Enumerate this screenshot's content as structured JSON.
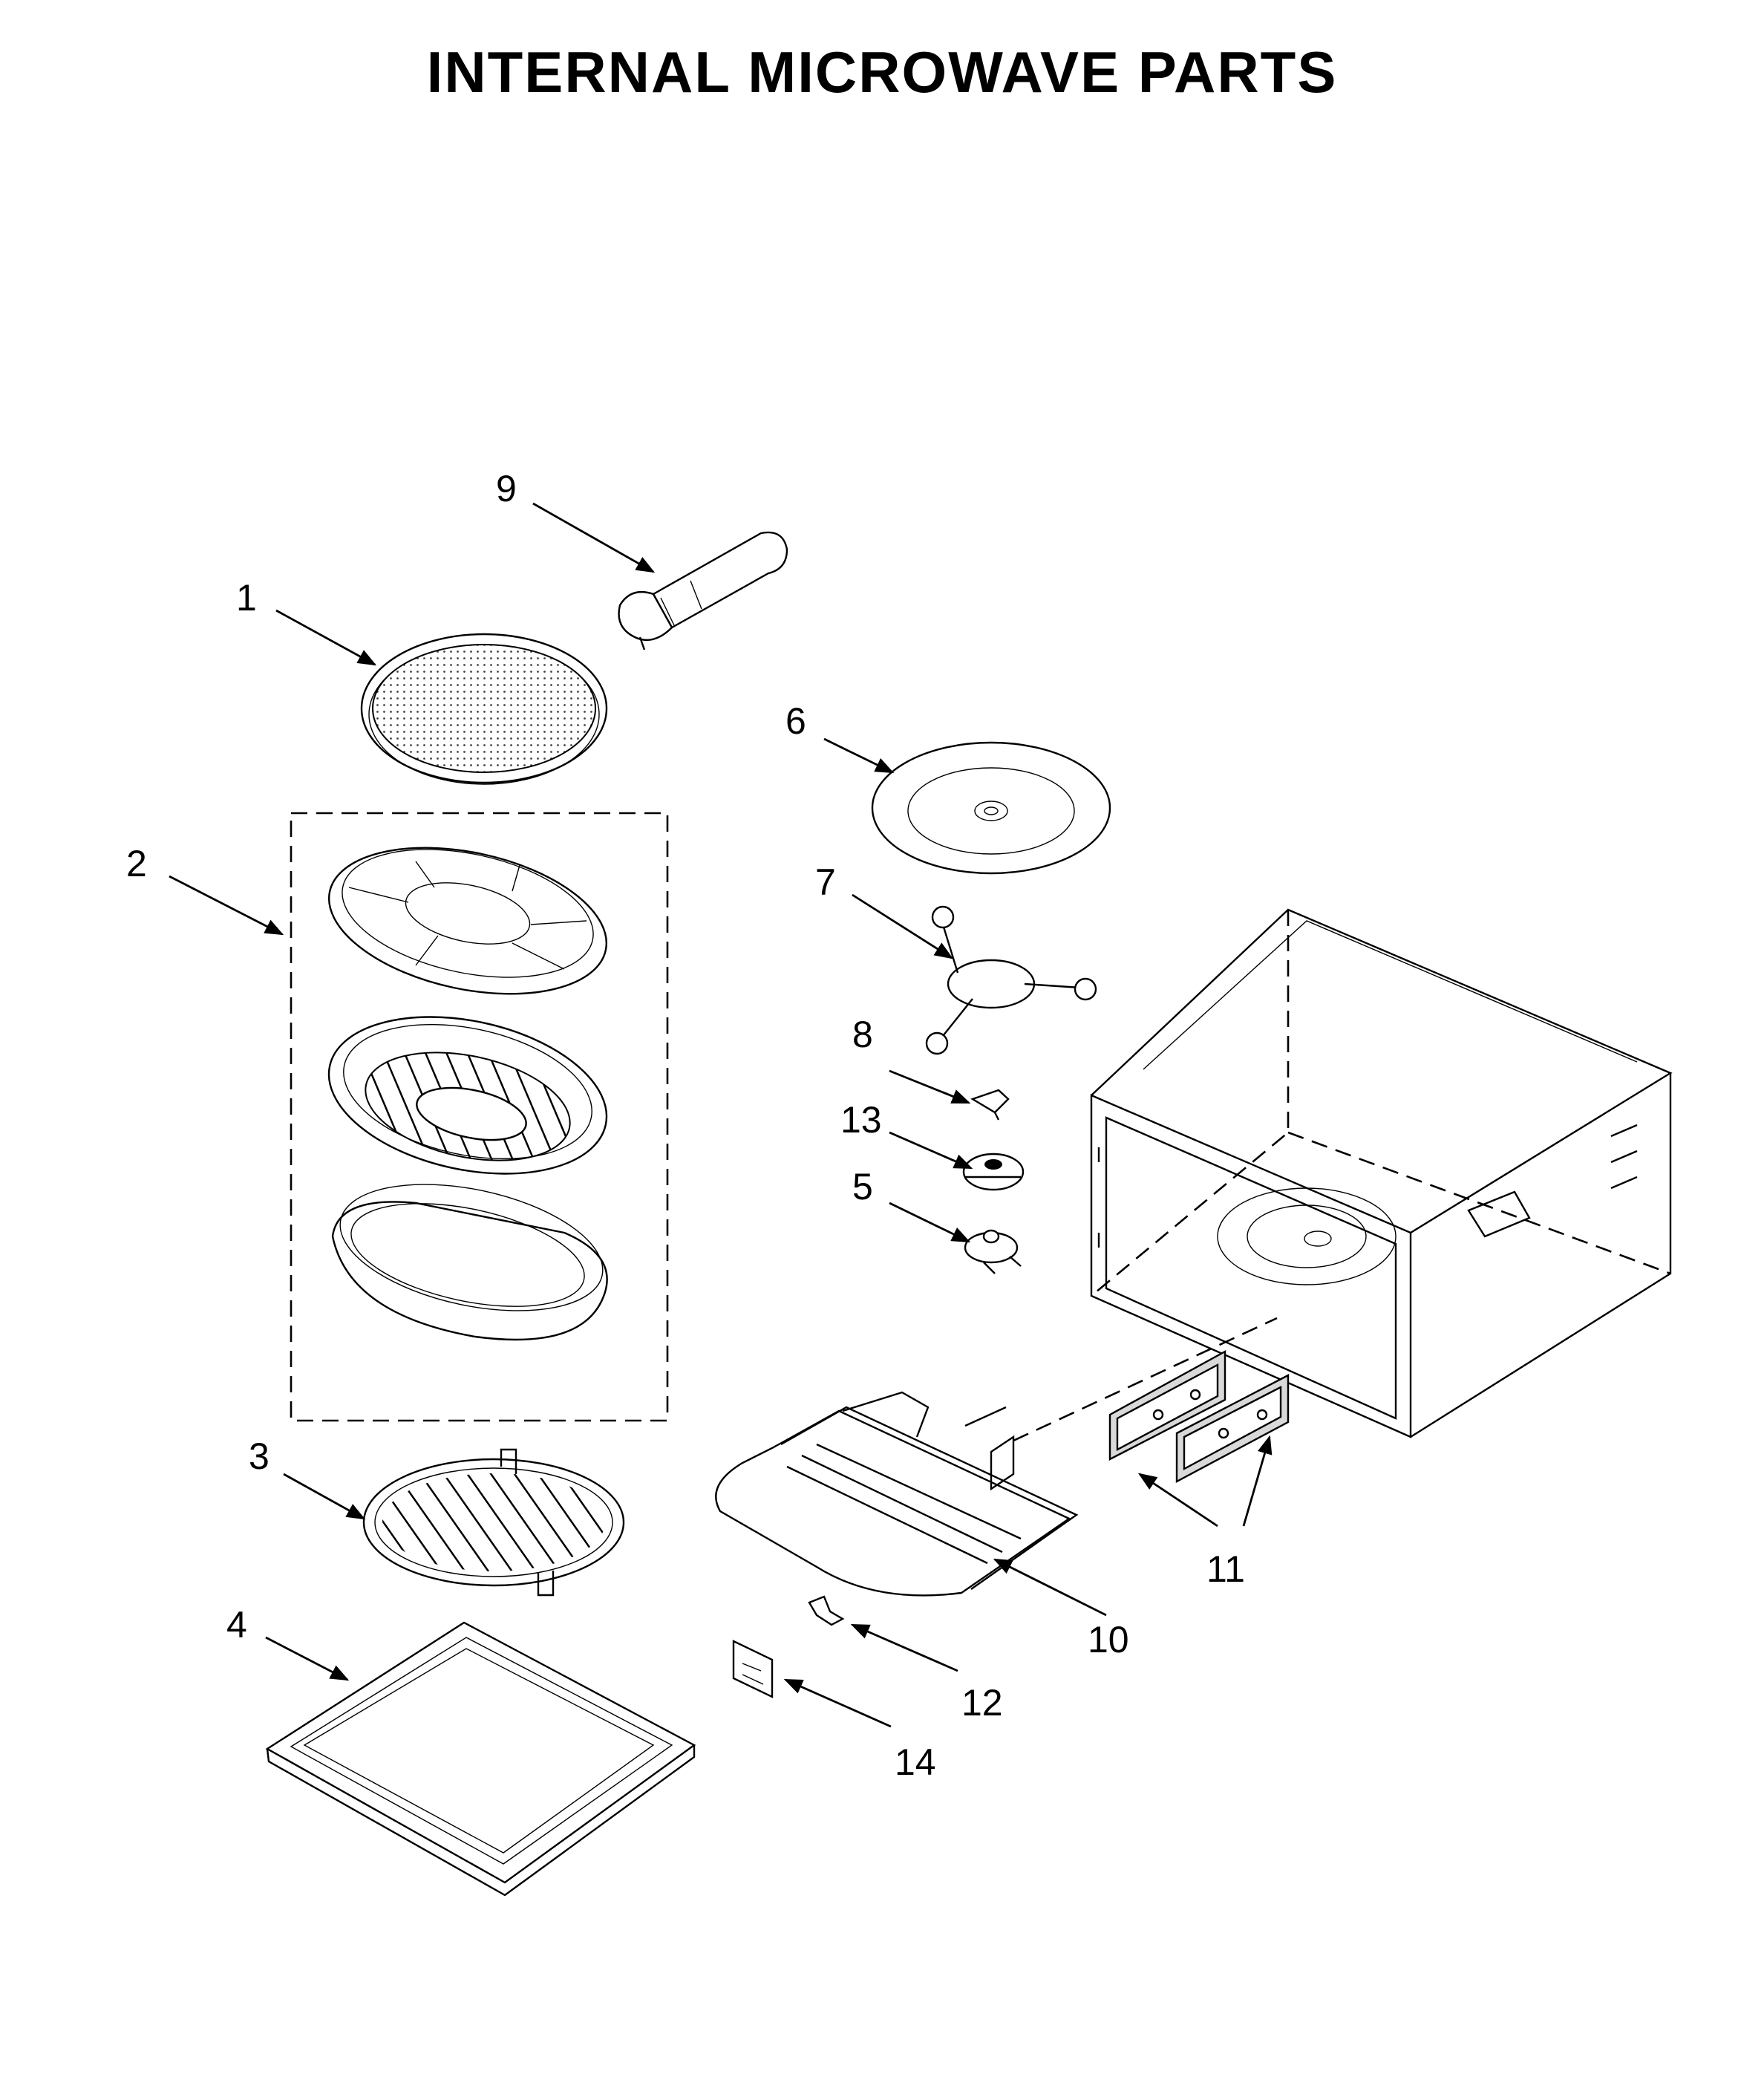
{
  "title": "INTERNAL MICROWAVE PARTS",
  "callouts": {
    "p1": "1",
    "p2": "2",
    "p3": "3",
    "p4": "4",
    "p5": "5",
    "p6": "6",
    "p7": "7",
    "p8": "8",
    "p9": "9",
    "p10": "10",
    "p11": "11",
    "p12": "12",
    "p13": "13",
    "p14": "14"
  }
}
